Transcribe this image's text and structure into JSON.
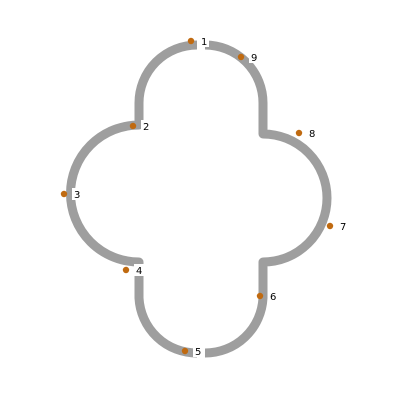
{
  "diagram": {
    "outline_color": "#9e9e9e",
    "background_color": "#ffffff",
    "marker_color": "#c06a10",
    "label_box_color": "#ffffff",
    "markers": [
      {
        "id": "1",
        "label": "1"
      },
      {
        "id": "2",
        "label": "2"
      },
      {
        "id": "3",
        "label": "3"
      },
      {
        "id": "4",
        "label": "4"
      },
      {
        "id": "5",
        "label": "5"
      },
      {
        "id": "6",
        "label": "6"
      },
      {
        "id": "7",
        "label": "7"
      },
      {
        "id": "8",
        "label": "8"
      },
      {
        "id": "9",
        "label": "9"
      }
    ]
  }
}
